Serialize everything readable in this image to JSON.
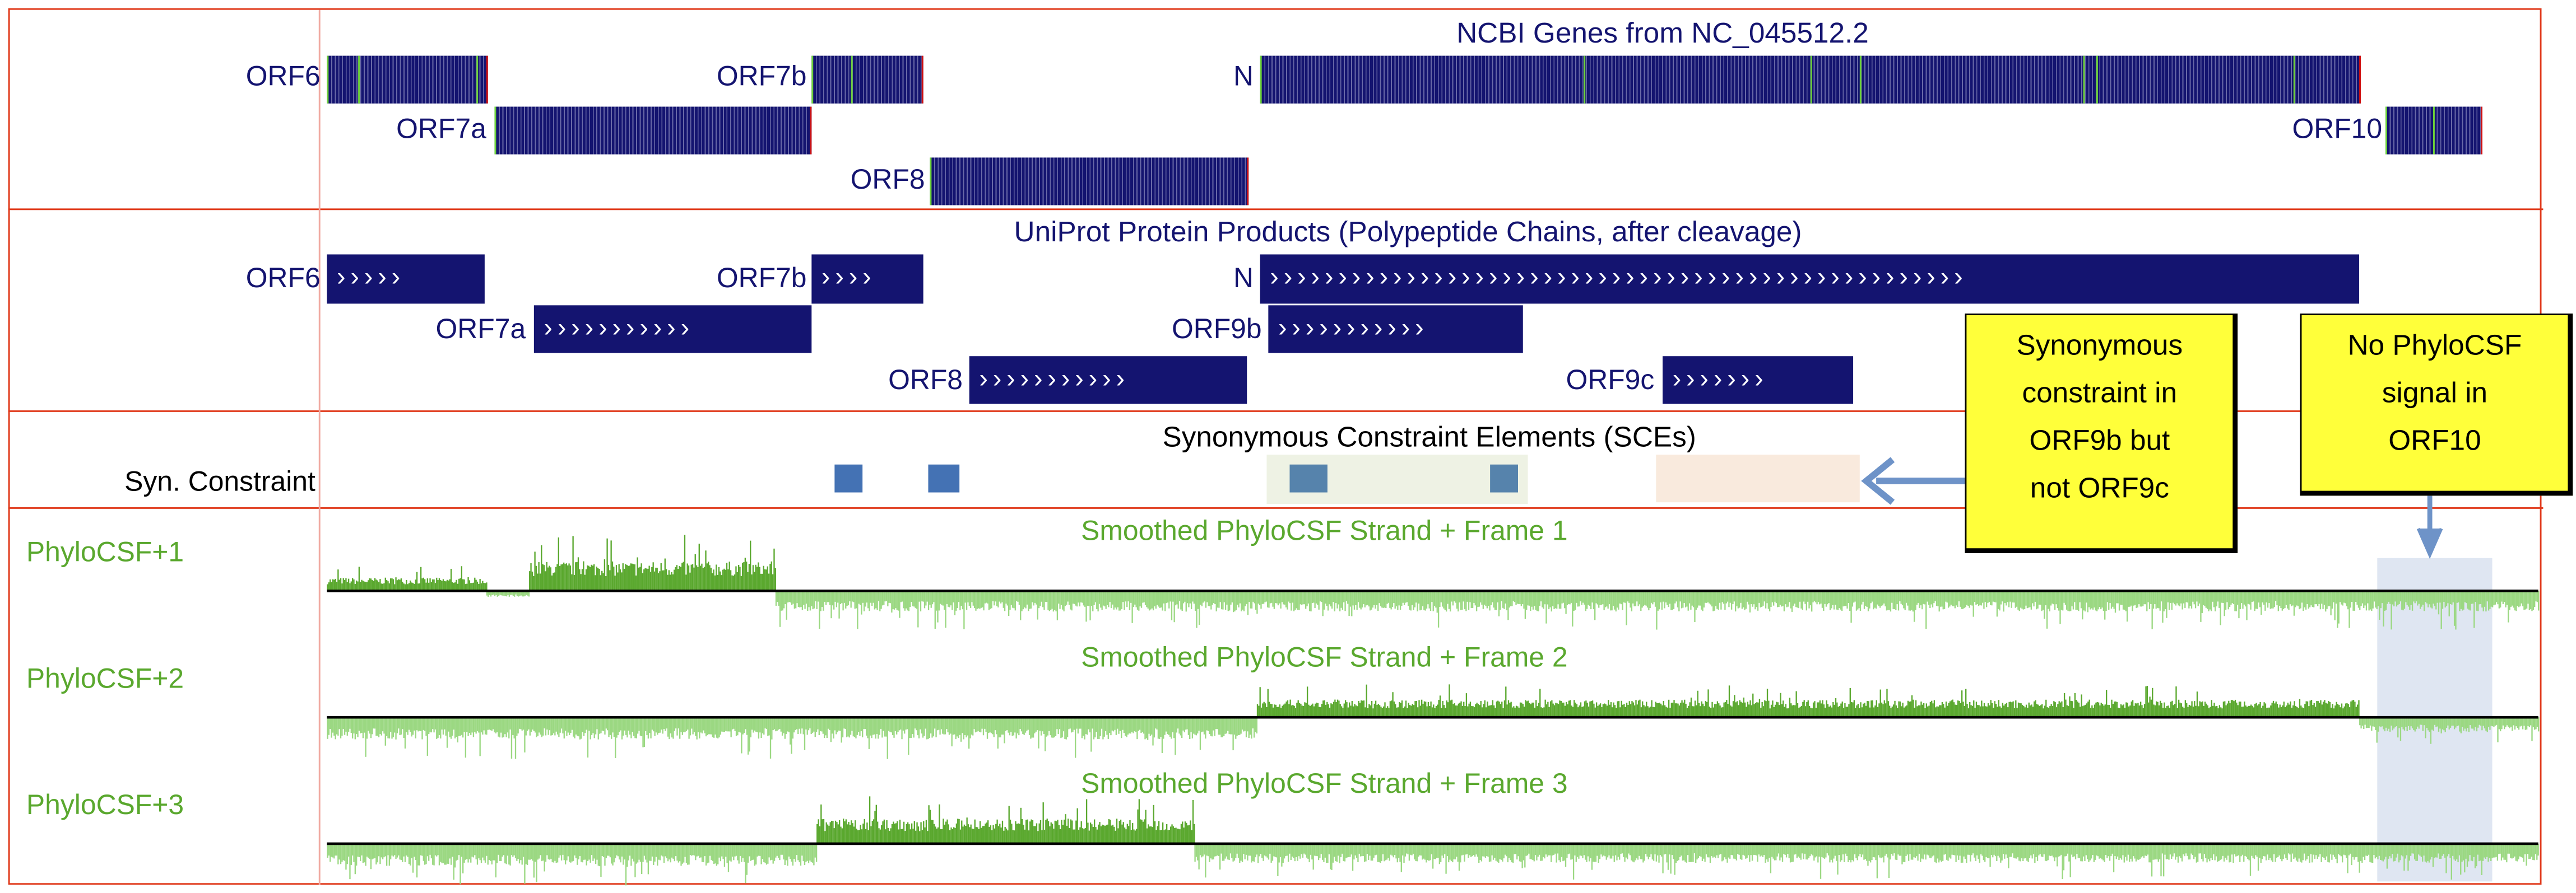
{
  "ncbi_track": {
    "title": "NCBI Genes from NC_045512.2",
    "genes": [
      {
        "name": "ORF6"
      },
      {
        "name": "ORF7b"
      },
      {
        "name": "N"
      },
      {
        "name": "ORF7a"
      },
      {
        "name": "ORF10"
      },
      {
        "name": "ORF8"
      }
    ]
  },
  "uniprot_track": {
    "title": "UniProt Protein Products (Polypeptide Chains, after cleavage)",
    "products": [
      {
        "name": "ORF6",
        "arrows": "›››››"
      },
      {
        "name": "ORF7b",
        "arrows": "››››"
      },
      {
        "name": "N",
        "arrows": "›››››››››››››››››››››››››››››››››››››››››››››››››››"
      },
      {
        "name": "ORF7a",
        "arrows": "›››››››››››"
      },
      {
        "name": "ORF9b",
        "arrows": "›››››››››››"
      },
      {
        "name": "ORF8",
        "arrows": "›››››››››››"
      },
      {
        "name": "ORF9c",
        "arrows": "›››››››"
      }
    ]
  },
  "syn_track": {
    "label": "Syn. Constraint",
    "title": "Synonymous Constraint Elements (SCEs)"
  },
  "phylocsf_tracks": [
    {
      "label": "PhyloCSF+1",
      "title": "Smoothed PhyloCSF  Strand +  Frame 1"
    },
    {
      "label": "PhyloCSF+2",
      "title": "Smoothed PhyloCSF  Strand +  Frame 2"
    },
    {
      "label": "PhyloCSF+3",
      "title": "Smoothed PhyloCSF  Strand +  Frame 3"
    }
  ],
  "callouts": {
    "syn": {
      "line1": "Synonymous",
      "line2": "constraint in",
      "line3": "ORF9b but",
      "line4": "not ORF9c"
    },
    "orf10": {
      "line1": "No PhyloCSF",
      "line2": "signal in",
      "line3": "ORF10"
    }
  },
  "colors": {
    "border": "#e0391a",
    "navy": "#141470",
    "positive": "#5aa82e",
    "negative": "#9bd882",
    "sce": "#4472b4",
    "callout": "#ffff3a",
    "highlight": "#dfe6f2"
  }
}
